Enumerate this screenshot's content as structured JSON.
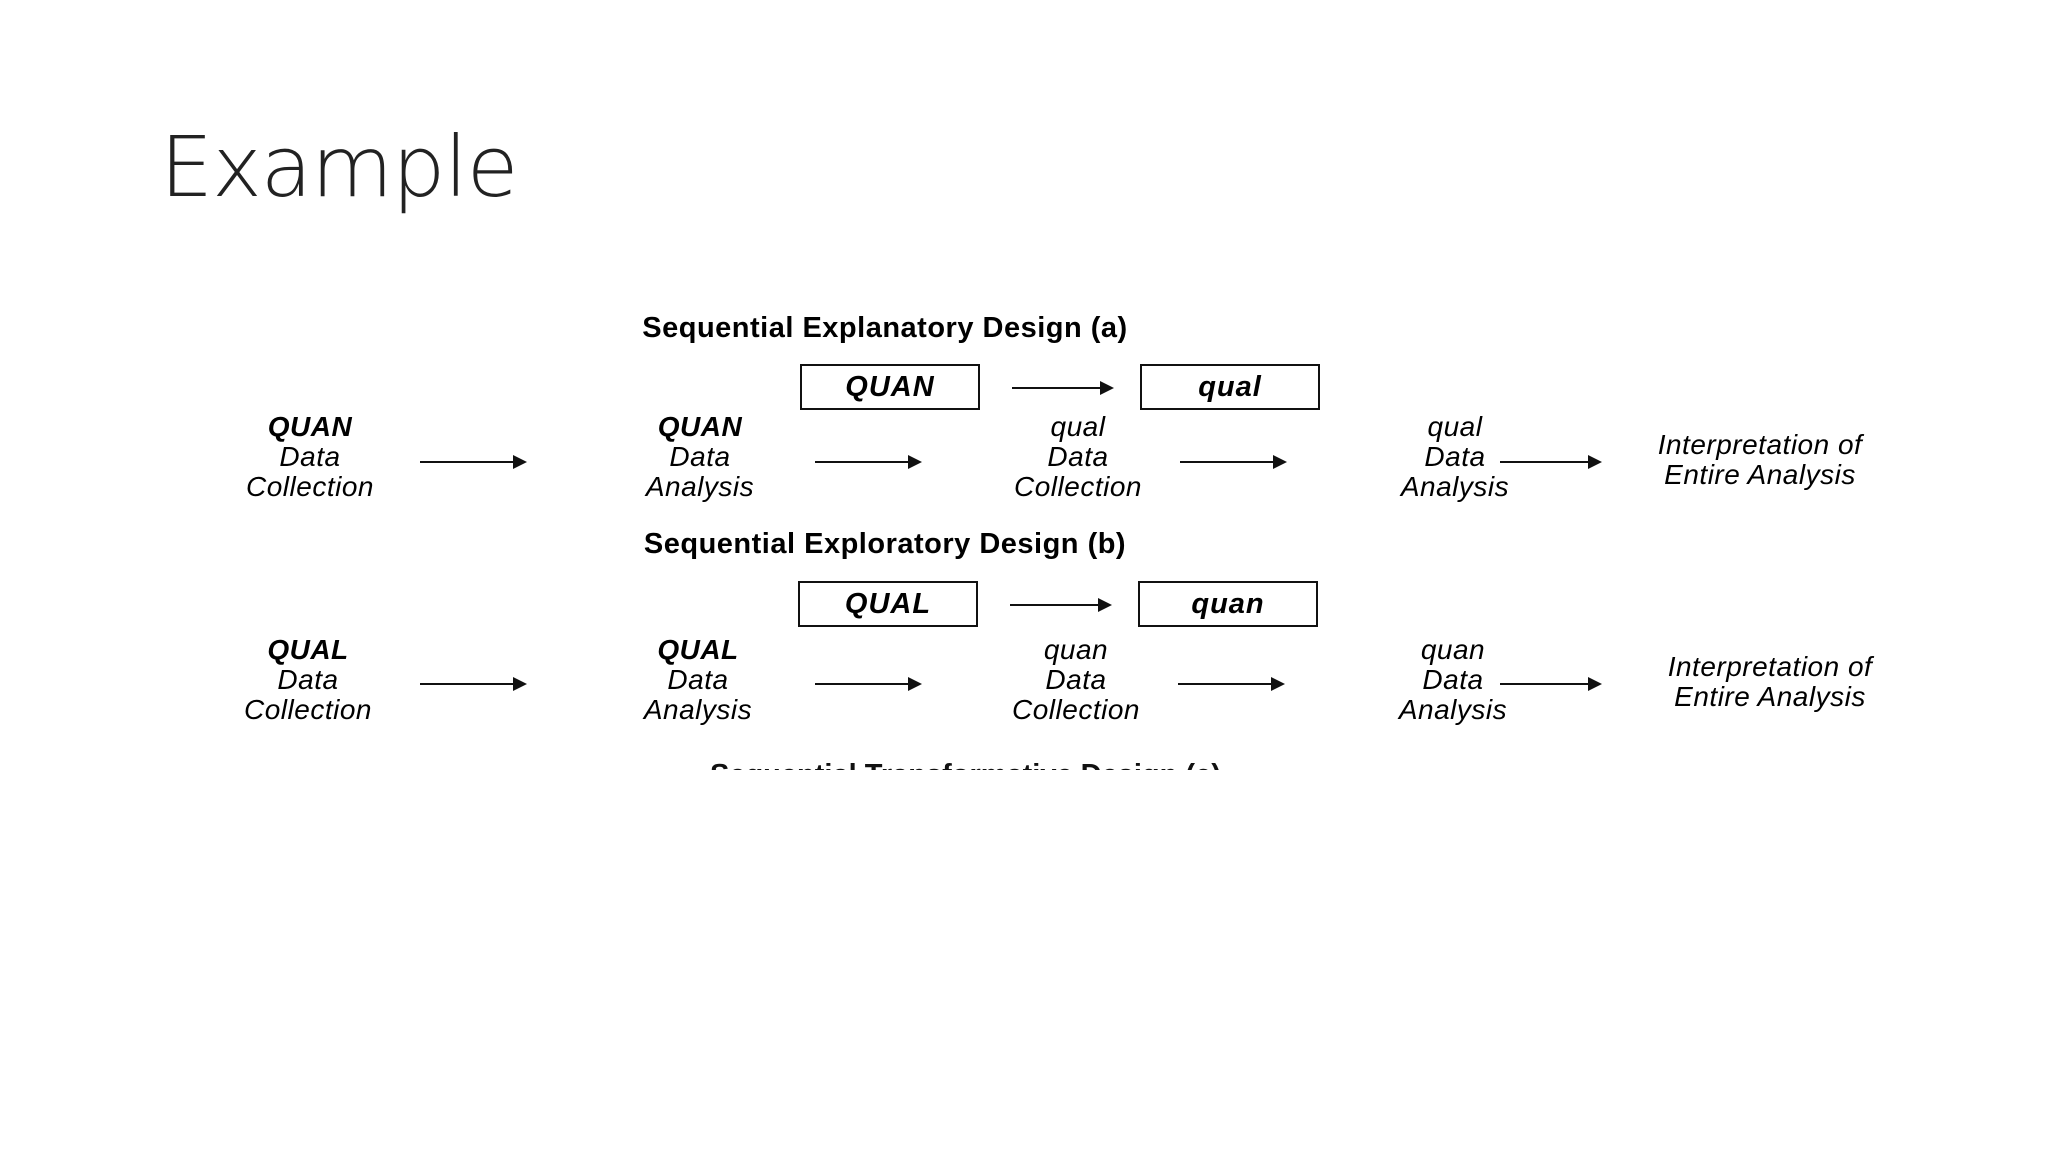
{
  "slide": {
    "title": "Example"
  },
  "designs": [
    {
      "title": "Sequential Explanatory Design (a)",
      "boxes": [
        "QUAN",
        "qual"
      ],
      "steps": [
        {
          "l1": "QUAN",
          "l2": "Data",
          "l3": "Collection"
        },
        {
          "l1": "QUAN",
          "l2": "Data",
          "l3": "Analysis"
        },
        {
          "l1": "qual",
          "l2": "Data",
          "l3": "Collection"
        },
        {
          "l1": "qual",
          "l2": "Data",
          "l3": "Analysis"
        }
      ],
      "interpretation": {
        "l1": "Interpretation of",
        "l2": "Entire Analysis"
      }
    },
    {
      "title": "Sequential Exploratory Design (b)",
      "boxes": [
        "QUAL",
        "quan"
      ],
      "steps": [
        {
          "l1": "QUAL",
          "l2": "Data",
          "l3": "Collection"
        },
        {
          "l1": "QUAL",
          "l2": "Data",
          "l3": "Analysis"
        },
        {
          "l1": "quan",
          "l2": "Data",
          "l3": "Collection"
        },
        {
          "l1": "quan",
          "l2": "Data",
          "l3": "Analysis"
        }
      ],
      "interpretation": {
        "l1": "Interpretation of",
        "l2": "Entire Analysis"
      }
    }
  ],
  "cut_off_heading": "Sequential Transformative Design (c)"
}
